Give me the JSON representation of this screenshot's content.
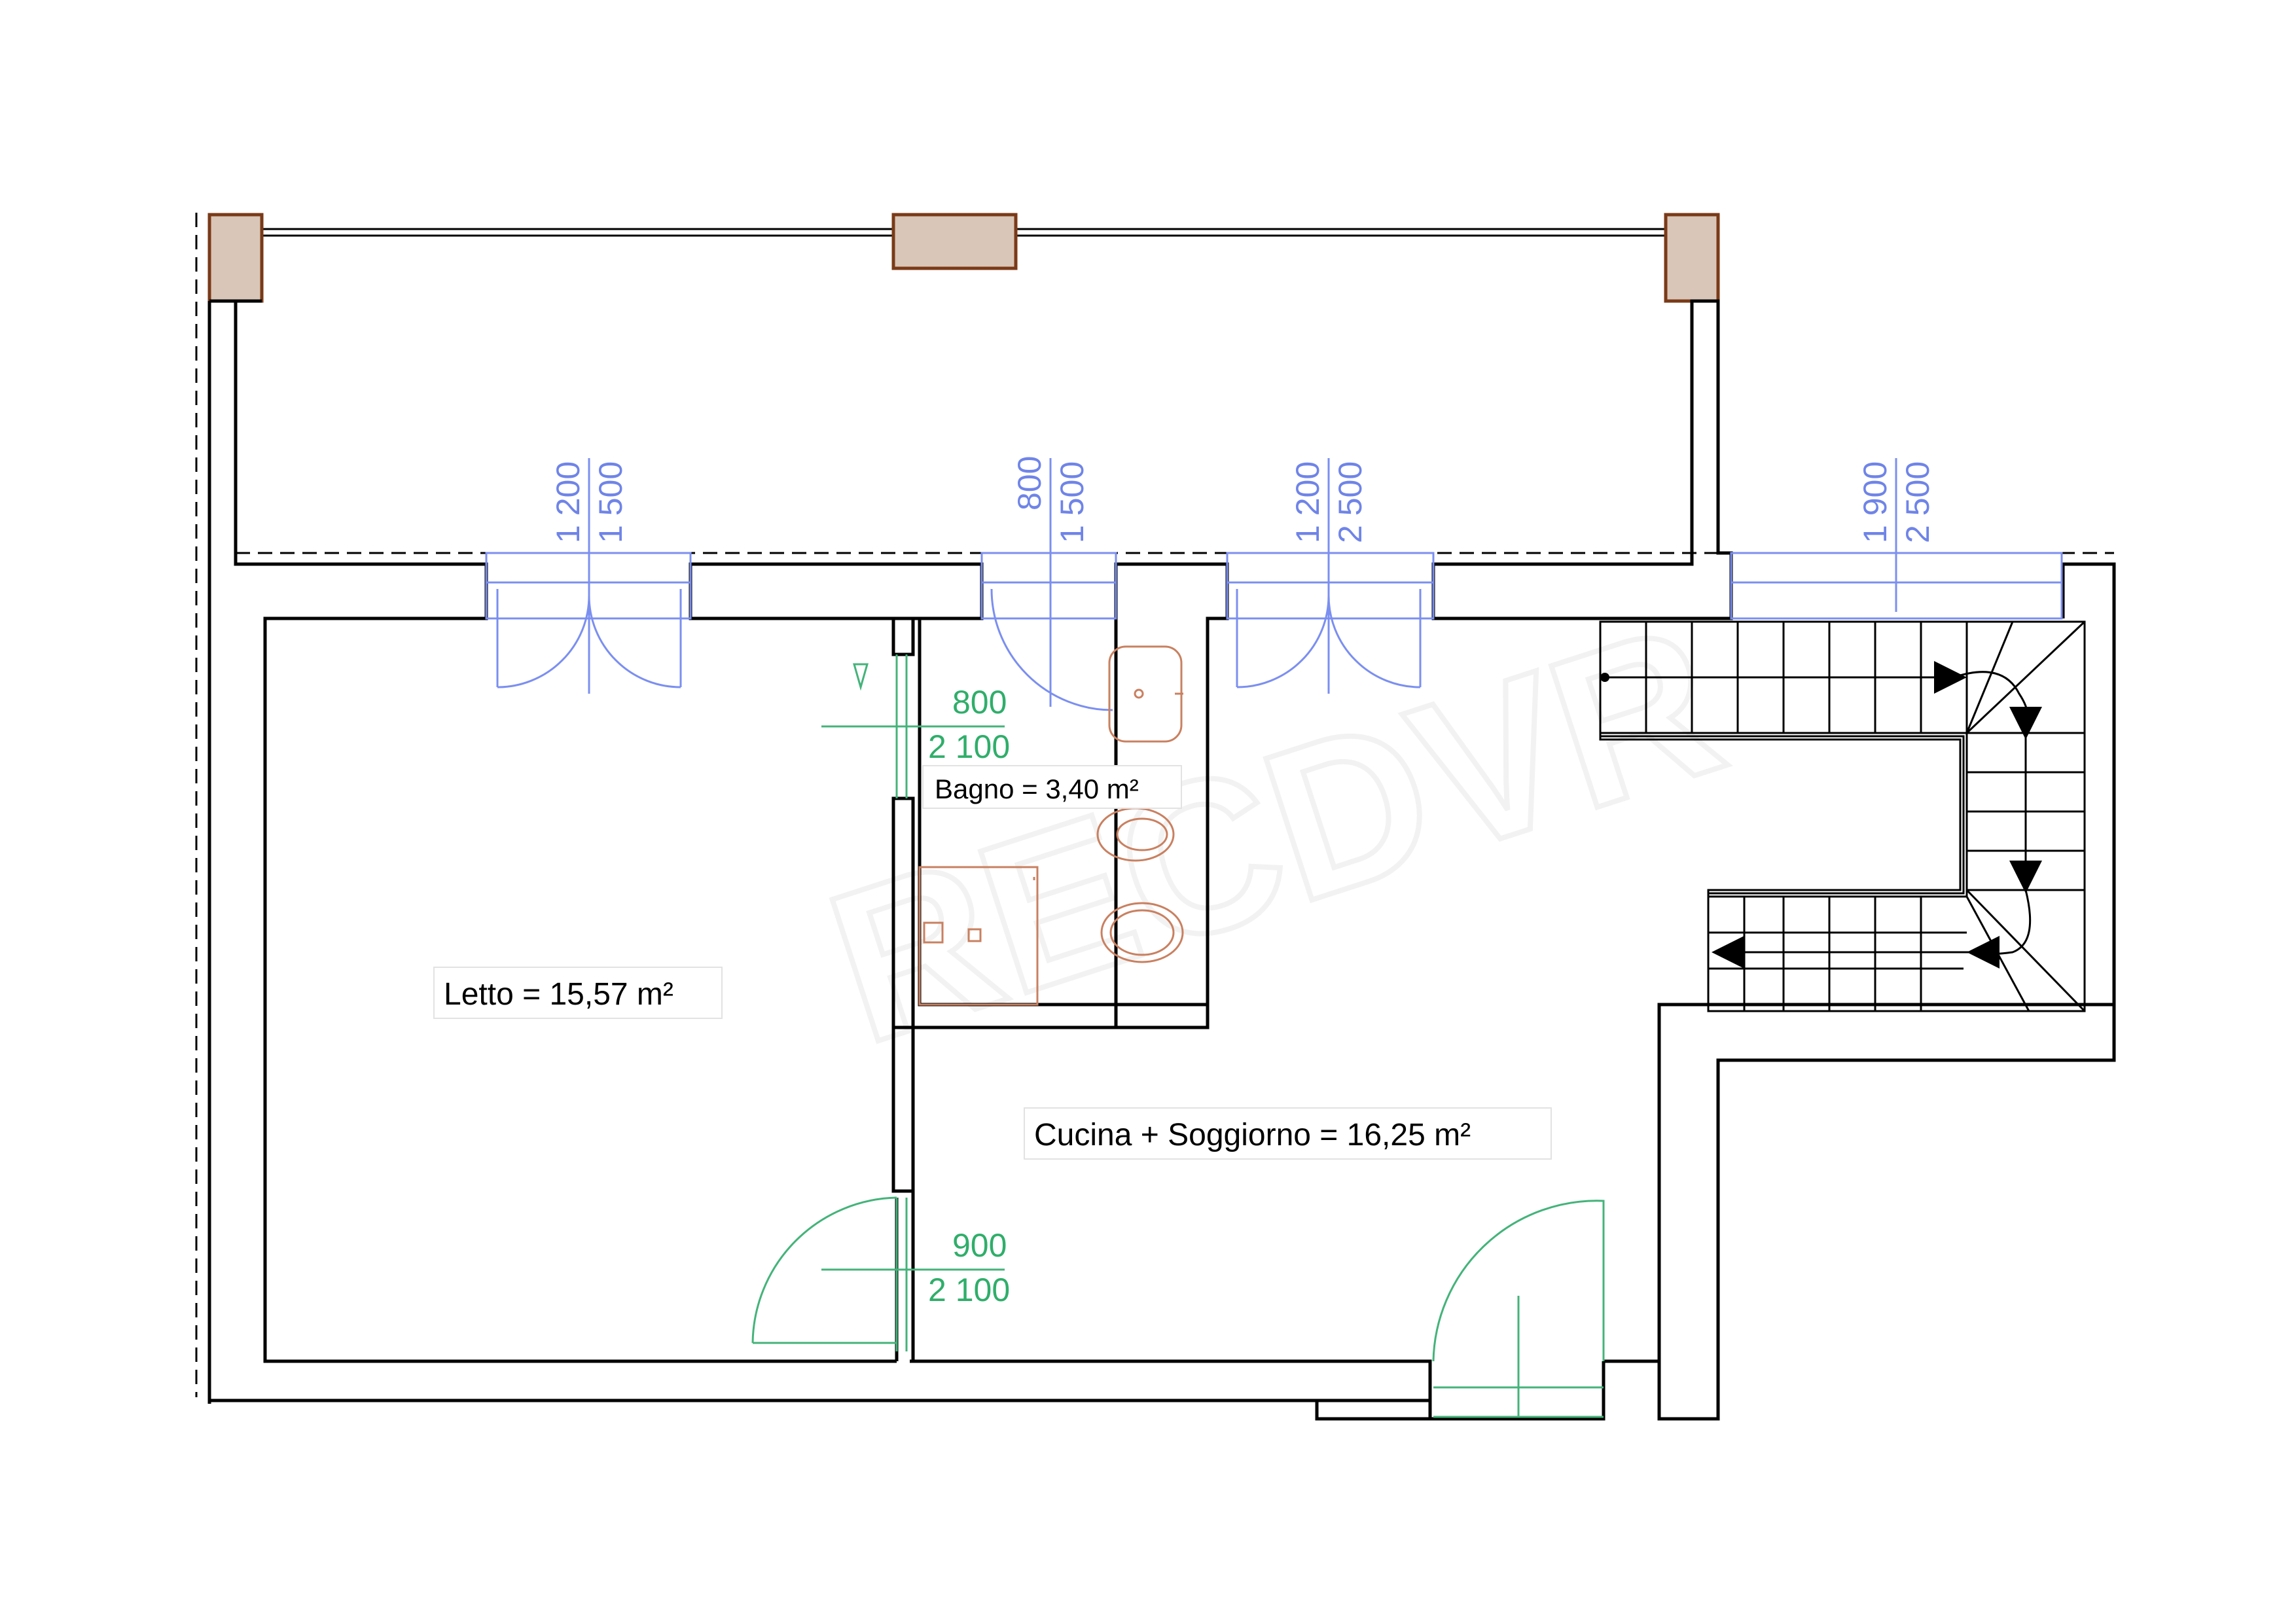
{
  "rooms": {
    "letto": "Letto = 15,57 m²",
    "bagno": "Bagno = 3,40 m²",
    "cucina": "Cucina + Soggiorno = 16,25 m²"
  },
  "windows": [
    {
      "width": "1 200",
      "height": "1 500"
    },
    {
      "width": "800",
      "height": "1 500"
    },
    {
      "width": "1 200",
      "height": "2 500"
    },
    {
      "width": "1 900",
      "height": "2 500"
    }
  ],
  "doors": [
    {
      "width": "800",
      "height": "2 100"
    },
    {
      "width": "900",
      "height": "2 100"
    }
  ],
  "watermark": "RECDVR",
  "colors": {
    "walls": "#000000",
    "windows": "#7b8ff0",
    "doors": "#44b37a",
    "fixtures": "#c98060",
    "columns": "#d9c6b8"
  }
}
